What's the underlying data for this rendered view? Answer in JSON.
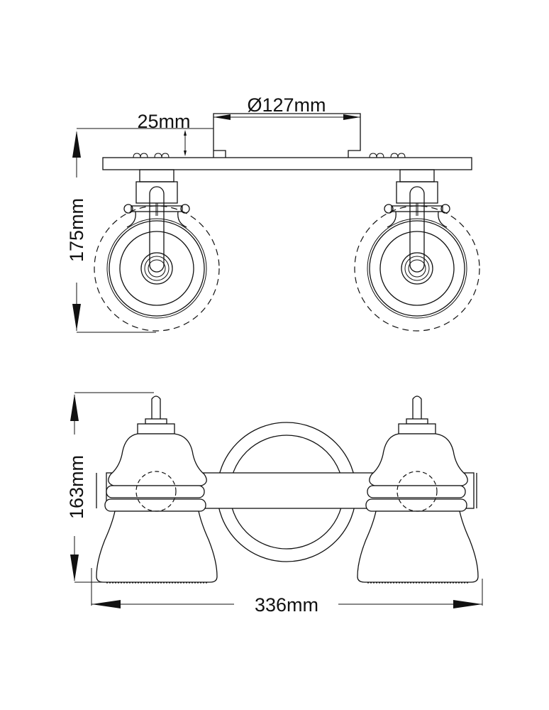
{
  "drawing": {
    "title": "Twin spotlight wall light dimension drawing",
    "views": [
      "top-view",
      "front-view"
    ],
    "line_color": "#111111",
    "background": "#ffffff"
  },
  "dimensions": {
    "backplate_diameter": "Ø127mm",
    "projection_depth": "25mm",
    "top_view_height": "175mm",
    "front_view_height": "163mm",
    "overall_width": "336mm"
  }
}
